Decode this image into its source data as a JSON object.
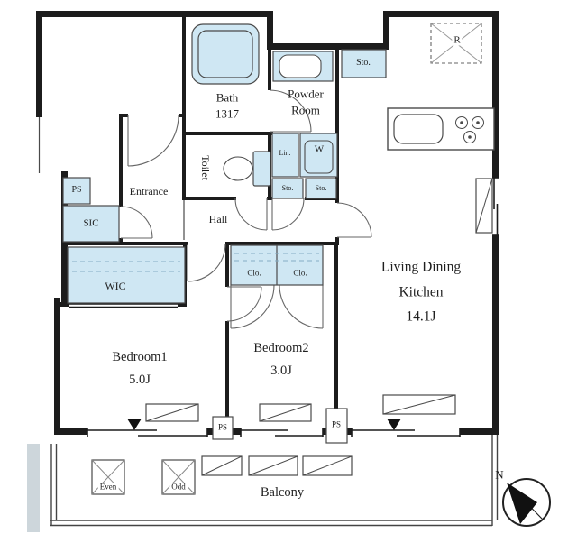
{
  "rooms": {
    "bath": {
      "name": "Bath",
      "size": "1317"
    },
    "powder_room": {
      "line1": "Powder",
      "line2": "Room"
    },
    "toilet": {
      "name": "Toilet"
    },
    "entrance": {
      "name": "Entrance"
    },
    "hall": {
      "name": "Hall"
    },
    "living_dining_kitchen": {
      "line1": "Living Dining",
      "line2": "Kitchen",
      "size": "14.1J"
    },
    "bedroom1": {
      "name": "Bedroom1",
      "size": "5.0J"
    },
    "bedroom2": {
      "name": "Bedroom2",
      "size": "3.0J"
    },
    "balcony": {
      "name": "Balcony"
    }
  },
  "storage": {
    "sic": "SIC",
    "wic": "WIC",
    "closet_left": "Clo.",
    "closet_right": "Clo.",
    "linen": "Lin.",
    "sto_top": "Sto.",
    "sto_left": "Sto.",
    "sto_right": "Sto."
  },
  "utilities": {
    "ps_top": "PS",
    "ps_mid": "PS",
    "ps_right": "PS",
    "washer": "W",
    "fridge": "R"
  },
  "balcony_items": {
    "hatch_even": "Even",
    "hatch_odd": "Odd"
  },
  "compass": {
    "north": "N"
  },
  "colors": {
    "wall": "#1c1c1c",
    "fixture_fill": "#cfe7f3",
    "hatch_line": "#86aec6"
  }
}
